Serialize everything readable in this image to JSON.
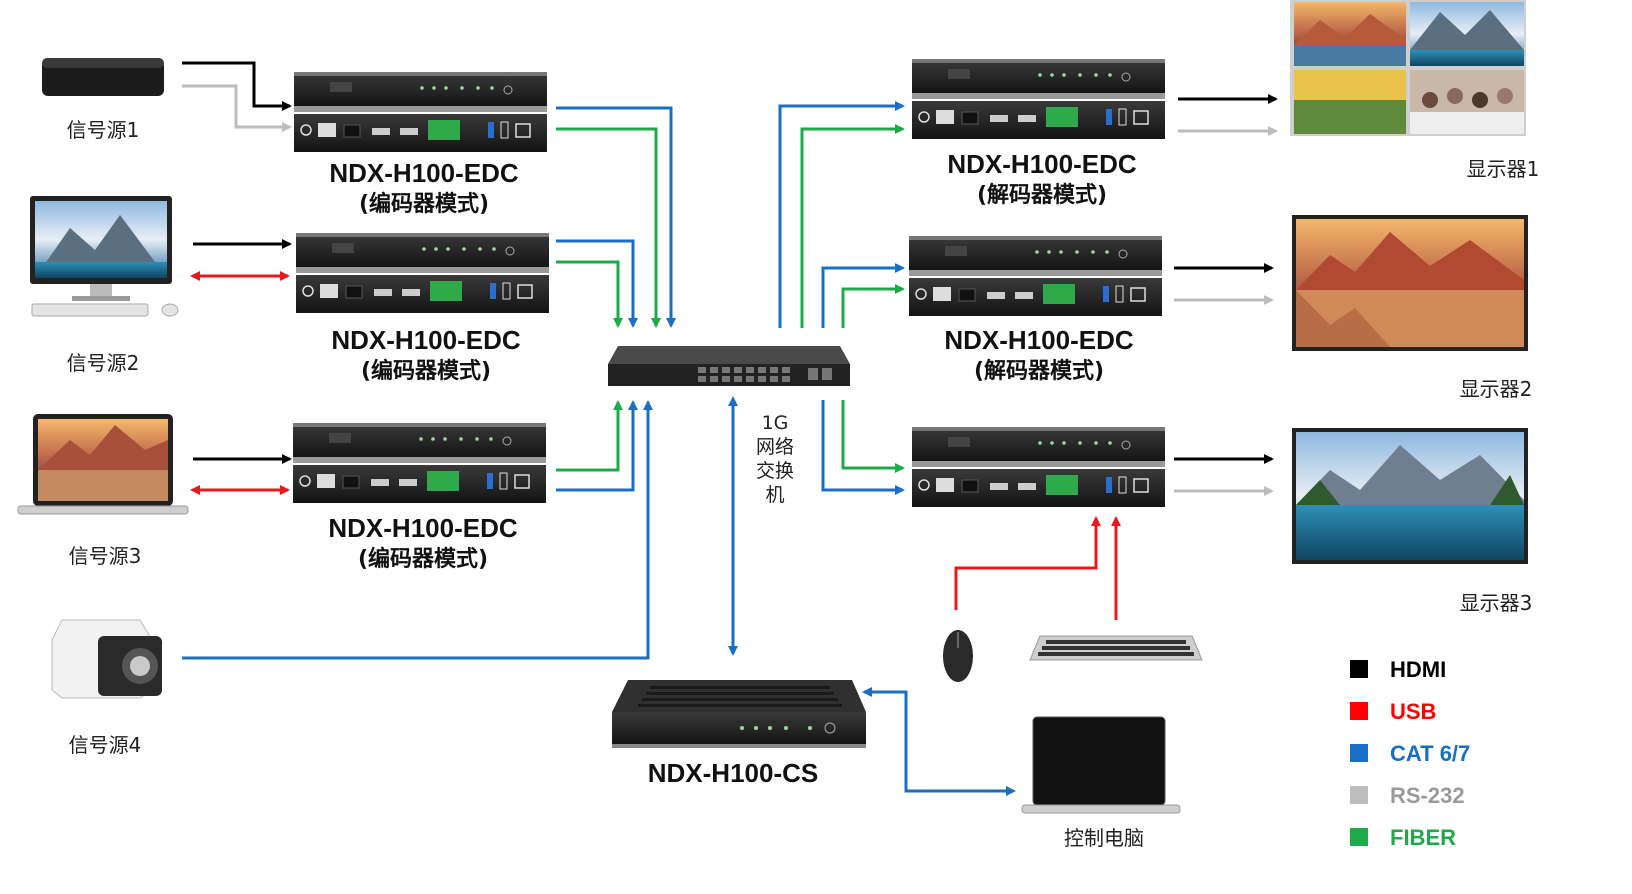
{
  "sources": [
    {
      "label": "信号源1"
    },
    {
      "label": "信号源2"
    },
    {
      "label": "信号源3"
    },
    {
      "label": "信号源4"
    }
  ],
  "encoders": [
    {
      "model": "NDX-H100-EDC",
      "mode": "(编码器模式)"
    },
    {
      "model": "NDX-H100-EDC",
      "mode": "(编码器模式)"
    },
    {
      "model": "NDX-H100-EDC",
      "mode": "(编码器模式)"
    }
  ],
  "decoders": [
    {
      "model": "NDX-H100-EDC",
      "mode": "(解码器模式)"
    },
    {
      "model": "NDX-H100-EDC",
      "mode": "(解码器模式)"
    }
  ],
  "displays": [
    {
      "label": "显示器1"
    },
    {
      "label": "显示器2"
    },
    {
      "label": "显示器3"
    }
  ],
  "switch": {
    "lines": [
      "1G",
      "网络",
      "交换",
      "机"
    ]
  },
  "controller": {
    "model": "NDX-H100-CS"
  },
  "control_pc": {
    "label": "控制电脑"
  },
  "legend": [
    {
      "label": "HDMI",
      "color": "#000000"
    },
    {
      "label": "USB",
      "color": "#ff0000"
    },
    {
      "label": "CAT 6/7",
      "color": "#1a6fc4"
    },
    {
      "label": "RS-232",
      "color": "#bdbdbd"
    },
    {
      "label": "FIBER",
      "color": "#1faa4a"
    }
  ],
  "colors": {
    "hdmi": "#000000",
    "usb": "#e8191c",
    "cat": "#1a6fc4",
    "rs232": "#bdbdbd",
    "fiber": "#1faa4a"
  }
}
